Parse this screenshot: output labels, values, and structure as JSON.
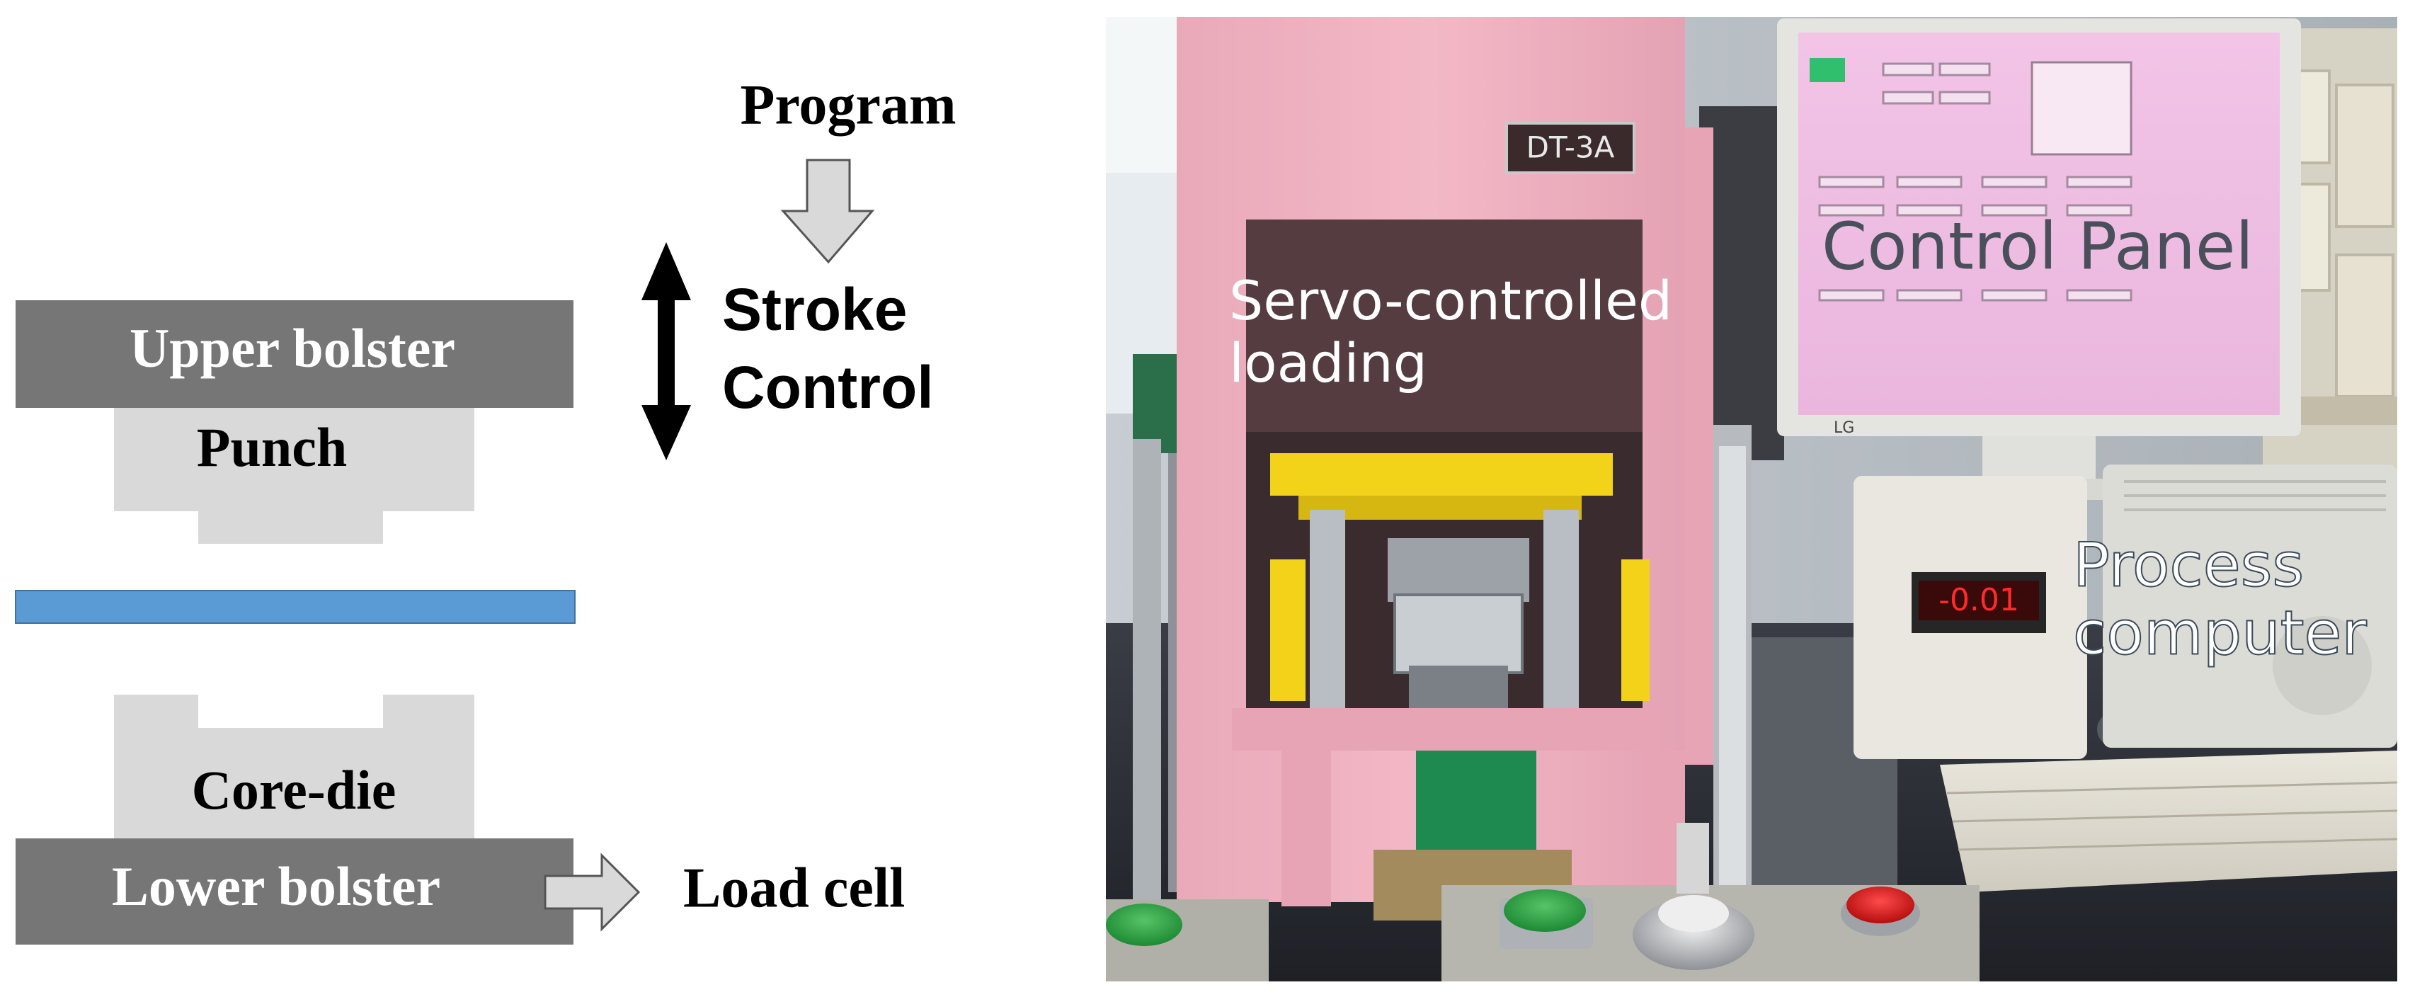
{
  "schematic": {
    "upper_bolster": "Upper bolster",
    "punch": "Punch",
    "core_die": "Core-die",
    "lower_bolster": "Lower bolster",
    "program": "Program",
    "stroke_control_line1": "Stroke",
    "stroke_control_line2": "Control",
    "load_cell": "Load cell",
    "colors": {
      "bolster": "#767676",
      "tool": "#d9d9d9",
      "sheet": "#5b9bd5",
      "arrow_fill": "#d9d9d9",
      "stroke_arrow": "#000000"
    }
  },
  "photo": {
    "press_plate": "DT-3A",
    "servo_line1": "Servo-controlled",
    "servo_line2": "loading",
    "control_panel": "Control Panel",
    "process_line1": "Process",
    "process_line2": "computer",
    "monitor_brand": "LG",
    "display_value": "-0.01",
    "label_color": "#ffffff"
  }
}
